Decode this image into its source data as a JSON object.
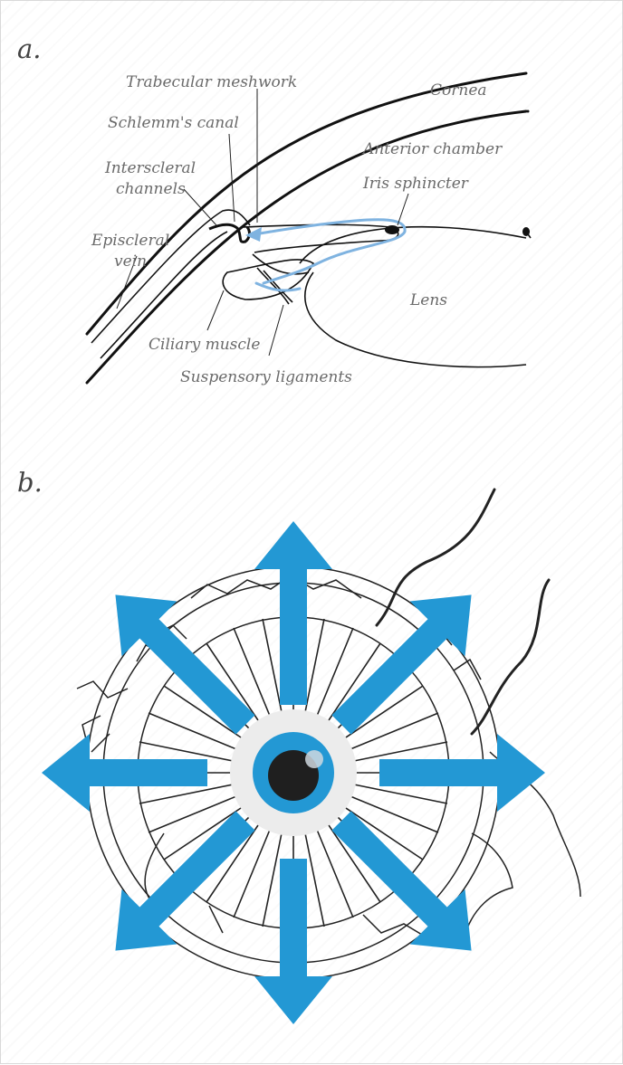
{
  "panels": {
    "a": {
      "letter": "a."
    },
    "b": {
      "letter": "b."
    }
  },
  "labels": {
    "trabecular": "Trabecular meshwork",
    "cornea": "Cornea",
    "schlemm": "Schlemm's canal",
    "anterior": "Anterior chamber",
    "interscleral1": "Interscleral",
    "interscleral2": "channels",
    "iris": "Iris sphincter",
    "episcleral1": "Episcleral",
    "episcleral2": "vein",
    "lens": "Lens",
    "ciliary": "Ciliary muscle",
    "suspensory": "Suspensory ligaments"
  },
  "colors": {
    "flow_arrow": "#7fb3e0",
    "expand_arrows": "#2398d4",
    "iris": "#2398d4",
    "pupil": "#1f1f1f",
    "line_art": "#111111"
  },
  "icons": {
    "expansion_arrows": "eight-direction-arrows-icon",
    "eye": "eye-icon"
  }
}
